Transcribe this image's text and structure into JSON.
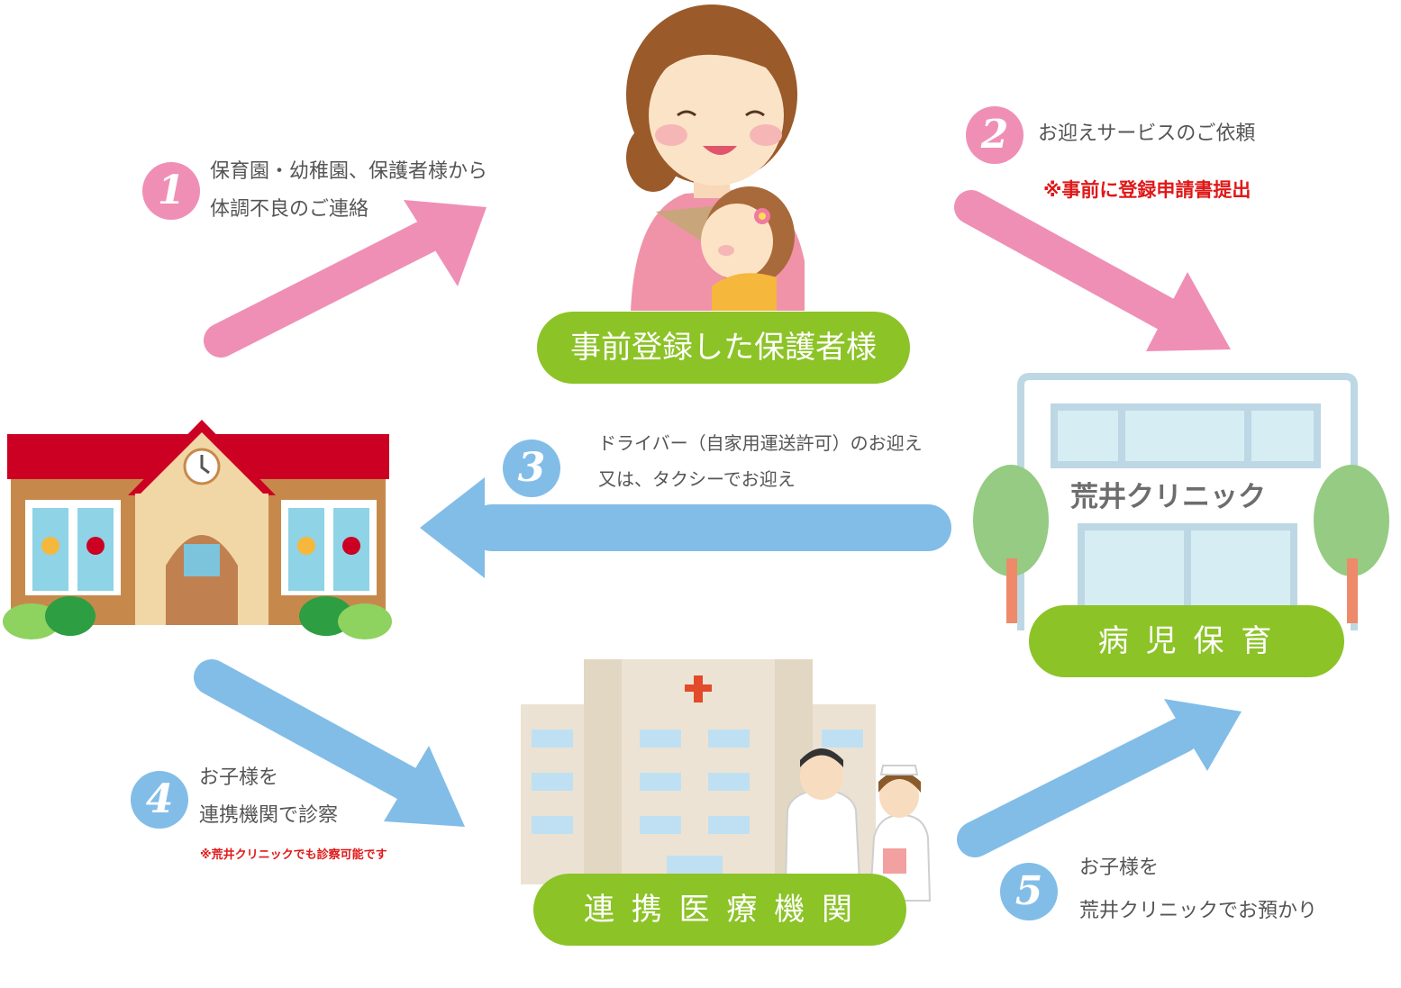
{
  "colors": {
    "pink": "#ef8fb6",
    "blue": "#82bde8",
    "green": "#8cc327",
    "red": "#e01818",
    "text": "#555555"
  },
  "nodes": {
    "guardian": "事前登録した保護者様",
    "nursery": "病 児 保 育",
    "medical": "連 携 医 療 機 関",
    "clinic_sign": "荒井クリニック"
  },
  "steps": [
    {
      "num": "1",
      "lines": [
        "保育園・幼稚園、保護者様から",
        "体調不良のご連絡"
      ],
      "note": ""
    },
    {
      "num": "2",
      "lines": [
        "お迎えサービスのご依頼"
      ],
      "note": "※事前に登録申請書提出"
    },
    {
      "num": "3",
      "lines": [
        "ドライバー（自家用運送許可）のお迎え",
        "又は、タクシーでお迎え"
      ],
      "note": ""
    },
    {
      "num": "4",
      "lines": [
        "お子様を",
        "連携機関で診察"
      ],
      "note": "※荒井クリニックでも診察可能です"
    },
    {
      "num": "5",
      "lines": [
        "お子様を",
        "荒井クリニックでお預かり"
      ],
      "note": ""
    }
  ],
  "icons": [
    "mother-baby-icon",
    "kindergarten-icon",
    "clinic-building-icon",
    "hospital-icon",
    "doctor-nurse-icon"
  ]
}
